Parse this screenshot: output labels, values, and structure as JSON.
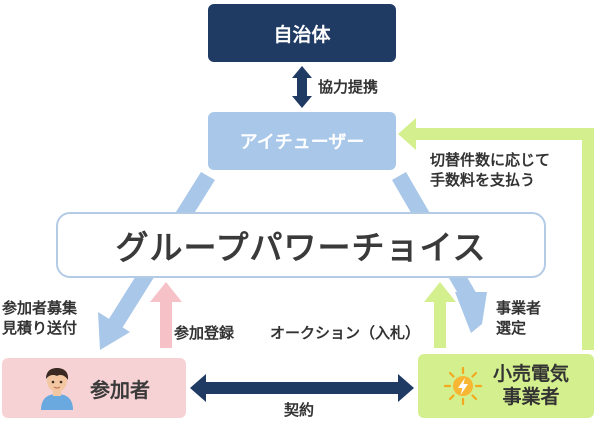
{
  "nodes": {
    "municipality": "自治体",
    "ichooser": "アイチューザー",
    "platform": "グループパワーチョイス",
    "participant": "参加者",
    "retailer_line1": "小売電気",
    "retailer_line2": "事業者"
  },
  "labels": {
    "cooperation": "協力提携",
    "fee_line1": "切替件数に応じて",
    "fee_line2": "手数料を支払う",
    "recruit_line1": "参加者募集",
    "recruit_line2": "見積り送付",
    "register": "参加登録",
    "auction": "オークション（入札）",
    "select_line1": "事業者",
    "select_line2": "選定",
    "contract": "契約"
  },
  "colors": {
    "navy": "#1f3a63",
    "light_blue": "#a9c7e9",
    "pink": "#f6d2d5",
    "light_green": "#d4ef8e",
    "arrow_blue": "#a9c7e9",
    "arrow_pink": "#f6c2c8",
    "arrow_green": "#d4ef8e",
    "arrow_navy": "#1f3a63"
  }
}
